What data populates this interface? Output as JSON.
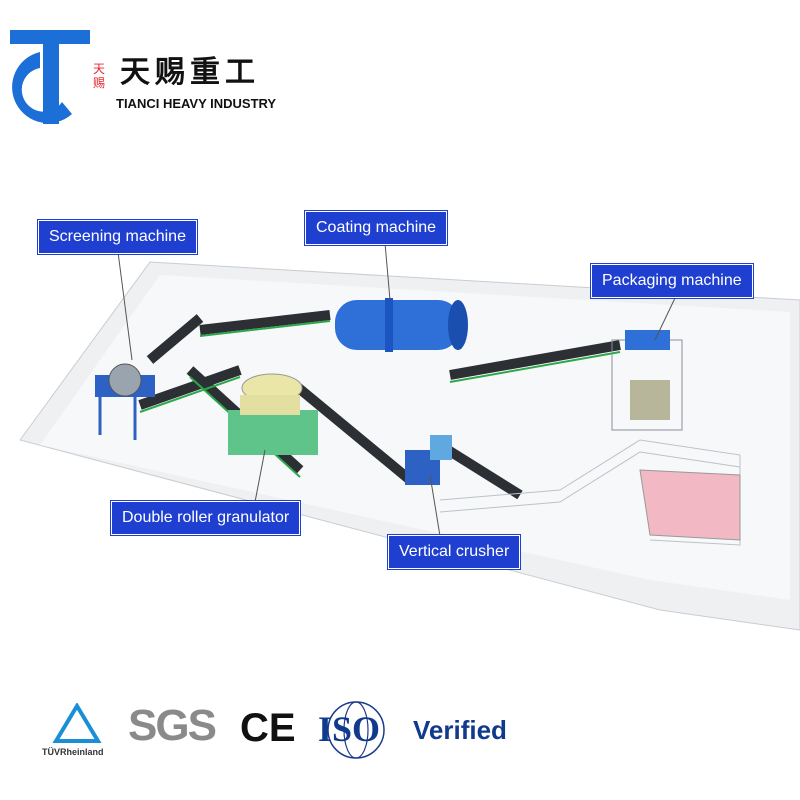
{
  "brand": {
    "name_cn": "天赐重工",
    "name_cn_small": "天赐",
    "name_en": "TIANCI HEAVY INDUSTRY",
    "color": "#1b6fd6"
  },
  "labels": {
    "screening": "Screening machine",
    "coating": "Coating machine",
    "packaging": "Packaging machine",
    "granulator": "Double roller granulator",
    "crusher": "Vertical crusher"
  },
  "label_color": "#1f3fd1",
  "certifications": {
    "tuv": "TÜVRheinland",
    "sgs": "SGS",
    "ce": "CE",
    "iso": "ISO",
    "verified": "Verified"
  }
}
